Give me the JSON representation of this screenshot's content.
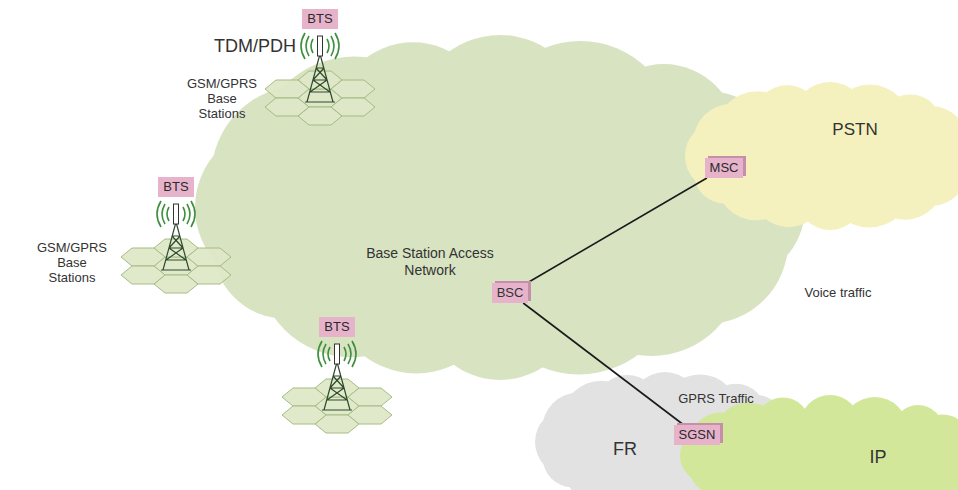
{
  "diagram": {
    "nodes": [
      {
        "text": [
          "BTS"
        ]
      },
      {
        "text": [
          "BTS"
        ]
      },
      {
        "text": [
          "TDM/PDH"
        ]
      },
      {
        "text": [
          "Base Station Access Network"
        ],
        "in": 2
      },
      {
        "text": [
          "BSC"
        ],
        "in": 2
      },
      {
        "text": [
          "BTS"
        ]
      },
      {
        "text": [
          "MSC"
        ]
      },
      {
        "text": [
          "PSTN"
        ]
      },
      {
        "text": [
          "FR"
        ]
      },
      {
        "text": [
          "SGSN"
        ]
      },
      {
        "text": [
          "IP"
        ]
      }
    ],
    "edges": [
      {
        "from": 4,
        "to": 6,
        "arrow": "none"
      },
      {
        "from": 4,
        "to": 9,
        "arrow": "none"
      }
    ],
    "labels": [
      "GSM/GPRS Base Stations",
      "GSM/GPRS Base Stations",
      "Voice traffic",
      "GPRS Traffic"
    ]
  }
}
